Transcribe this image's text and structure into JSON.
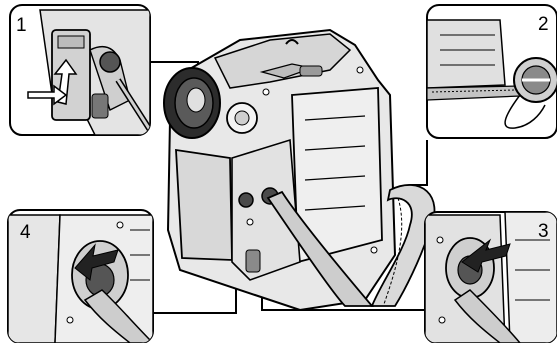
{
  "figure": {
    "steps": [
      {
        "number": "1"
      },
      {
        "number": "2"
      },
      {
        "number": "3"
      },
      {
        "number": "4"
      }
    ]
  },
  "colors": {
    "ink": "#000000",
    "paper": "#ffffff",
    "light_gray": "#e6e6e6",
    "mid_gray": "#bdbdbd",
    "dark_gray": "#5a5a5a"
  }
}
